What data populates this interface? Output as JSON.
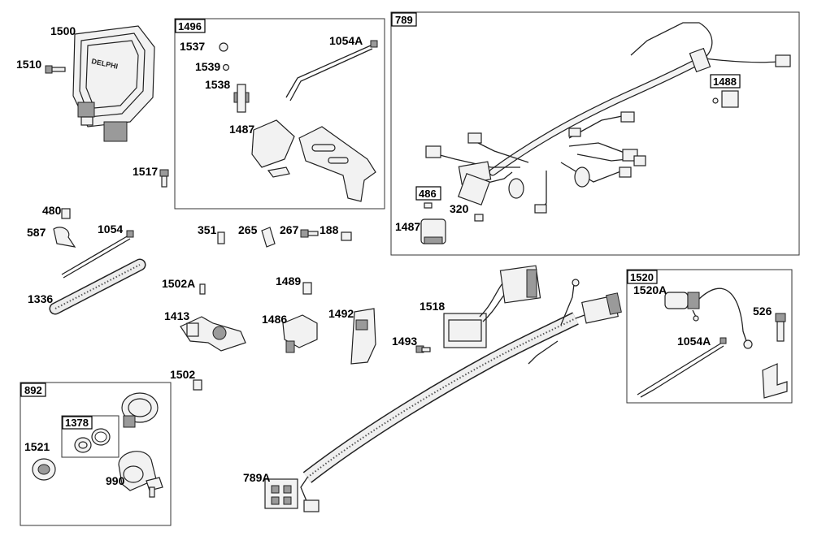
{
  "labels": {
    "p1500": "1500",
    "p1510": "1510",
    "p1517": "1517",
    "b1496": "1496",
    "p1537": "1537",
    "p1539": "1539",
    "p1538": "1538",
    "p1054A_top": "1054A",
    "p1487_top": "1487",
    "b789": "789",
    "b1488": "1488",
    "b486": "486",
    "p320": "320",
    "p1487_mid": "1487",
    "p480": "480",
    "p587": "587",
    "p1054": "1054",
    "p1336": "1336",
    "p351": "351",
    "p265": "265",
    "p267": "267",
    "p188": "188",
    "p1502A": "1502A",
    "p1413": "1413",
    "p1489": "1489",
    "p1486": "1486",
    "p1492": "1492",
    "p1493": "1493",
    "p1518": "1518",
    "p1502": "1502",
    "p789A": "789A",
    "b1520": "1520",
    "p1520A": "1520A",
    "p526": "526",
    "p1054A_right": "1054A",
    "b892": "892",
    "b1378": "1378",
    "p1521": "1521",
    "p990": "990"
  },
  "ecu_brand": "DELPHI"
}
